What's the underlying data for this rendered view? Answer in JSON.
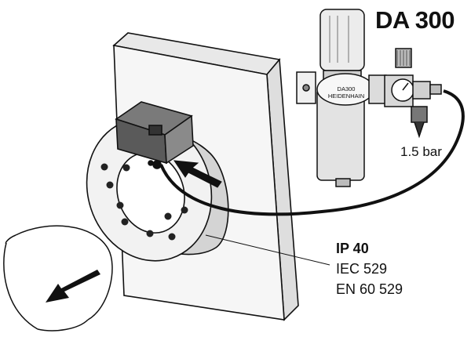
{
  "title": "DA 300",
  "unit_label": {
    "line1": "DA300",
    "line2": "HEIDENHAIN"
  },
  "pressure": "1.5 bar",
  "protection": {
    "rating": "IP 40",
    "standard_1": "IEC 529",
    "standard_2": "EN 60 529"
  },
  "colors": {
    "line": "#111111",
    "panel": "#f4f4f4",
    "arrow": "#111111"
  },
  "icons": [
    "arrow-icon",
    "filter-unit-icon",
    "pressure-gauge-icon",
    "encoder-flange-icon"
  ]
}
